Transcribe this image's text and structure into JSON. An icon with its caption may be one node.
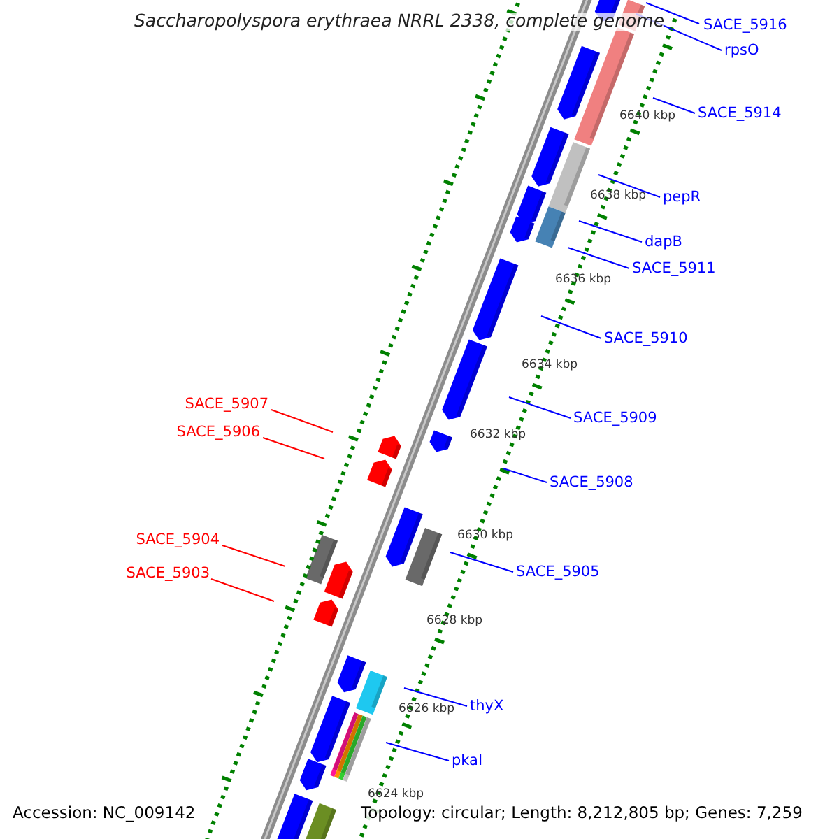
{
  "diagram": {
    "title": "Saccharopolyspora erythraea NRRL 2338, complete genome",
    "nodes": [
      {
        "text": [
          "SACE_5916"
        ]
      },
      {
        "text": [
          "rpsO"
        ]
      },
      {
        "text": [
          "SACE_5914"
        ]
      },
      {
        "text": [
          "pepR"
        ]
      },
      {
        "text": [
          "dapB"
        ]
      },
      {
        "text": [
          "SACE_5911"
        ]
      },
      {
        "text": [
          "SACE_5910"
        ]
      },
      {
        "text": [
          "SACE_5909"
        ]
      },
      {
        "text": [
          "SACE_5907"
        ]
      },
      {
        "text": [
          "SACE_5906"
        ]
      },
      {
        "text": [
          "SACE_5908"
        ]
      },
      {
        "text": [
          "SACE_5904"
        ]
      },
      {
        "text": [
          "SACE_5905"
        ]
      },
      {
        "text": [
          "SACE_5903"
        ]
      },
      {
        "text": [
          "thyX"
        ]
      },
      {
        "text": [
          "pkaI"
        ]
      }
    ],
    "edges": [
      {
        "from": 0,
        "to": null,
        "arrow": "none"
      },
      {
        "from": 1,
        "to": null,
        "arrow": "none"
      },
      {
        "from": 2,
        "to": null,
        "arrow": "none"
      },
      {
        "from": 3,
        "to": null,
        "arrow": "none"
      },
      {
        "from": 4,
        "to": null,
        "arrow": "none"
      },
      {
        "from": 5,
        "to": null,
        "arrow": "none"
      },
      {
        "from": 6,
        "to": null,
        "arrow": "none"
      },
      {
        "from": 7,
        "to": null,
        "arrow": "none"
      },
      {
        "from": 8,
        "to": null,
        "arrow": "none",
        "color": "#ff0000"
      },
      {
        "from": 9,
        "to": null,
        "arrow": "none",
        "color": "#ff0000"
      },
      {
        "from": 10,
        "to": null,
        "arrow": "none"
      },
      {
        "from": 11,
        "to": null,
        "arrow": "none",
        "color": "#ff0000"
      },
      {
        "from": 12,
        "to": null,
        "arrow": "none"
      },
      {
        "from": 13,
        "to": null,
        "arrow": "none",
        "color": "#ff0000"
      },
      {
        "from": 14,
        "to": null,
        "arrow": "none"
      },
      {
        "from": 15,
        "to": null,
        "arrow": "none"
      }
    ],
    "labels": [
      "6640 kbp",
      "6638 kbp",
      "6636 kbp",
      "6634 kbp",
      "6632 kbp",
      "6630 kbp",
      "6628 kbp",
      "6626 kbp",
      "6624 kbp",
      "Accession: NC_009142",
      "Topology: circular; Length: 8,212,805 bp; Genes: 7,259"
    ]
  }
}
